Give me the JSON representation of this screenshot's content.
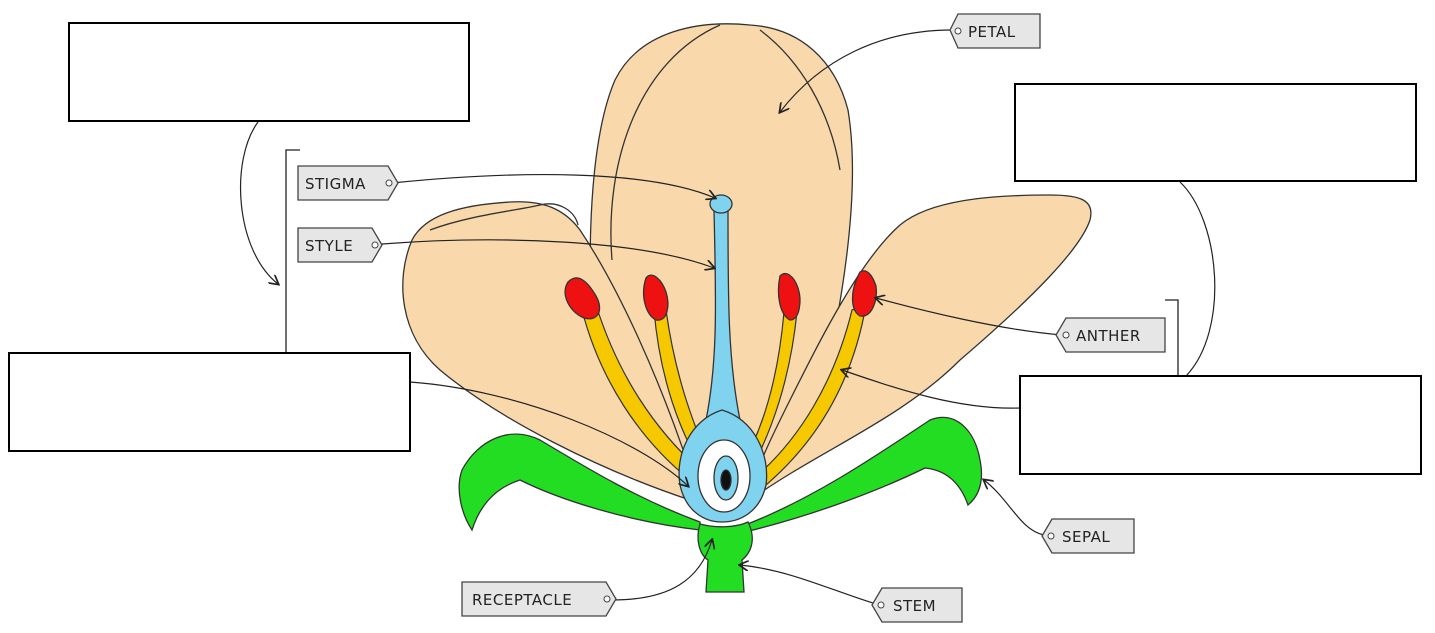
{
  "diagram": {
    "labels": {
      "petal": "PETAL",
      "stigma": "STIGMA",
      "style": "STYLE",
      "anther": "ANTHER",
      "sepal": "SEPAL",
      "receptacle": "RECEPTACLE",
      "stem": "STEM"
    },
    "blank_boxes": [
      "",
      "",
      "",
      ""
    ],
    "colors": {
      "petal": "#F9D9AC",
      "sepal": "#22DD22",
      "carpel": "#7FD3EE",
      "filament": "#F5C800",
      "anther": "#EE1111"
    }
  }
}
